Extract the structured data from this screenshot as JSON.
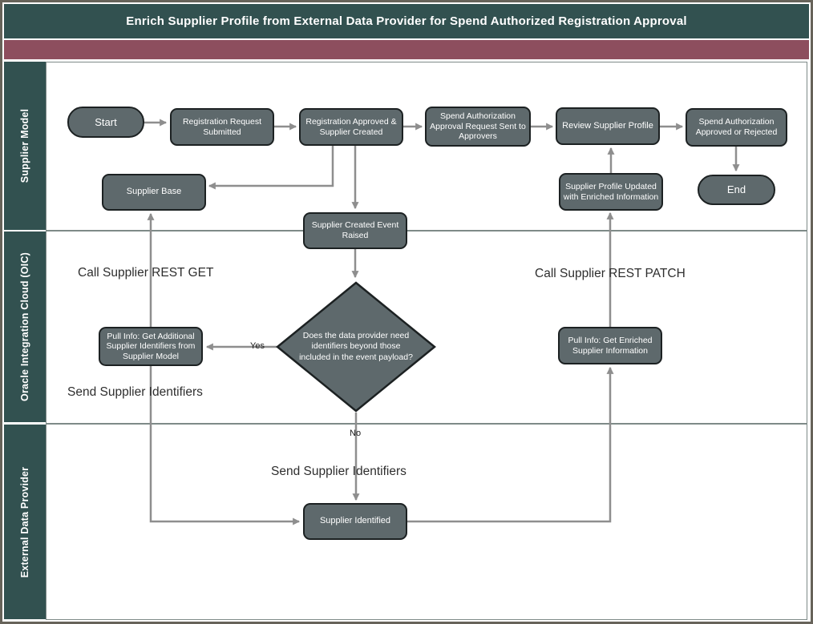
{
  "title": "Enrich Supplier Profile from External Data Provider for Spend Authorized Registration Approval",
  "lanes": [
    {
      "label": "Supplier Model"
    },
    {
      "label": "Oracle Integration Cloud (OIC)"
    },
    {
      "label": "External Data Provider"
    }
  ],
  "nodes": {
    "start": {
      "type": "terminator",
      "label": "Start"
    },
    "registration_request": {
      "type": "process",
      "label": "Registration Request Submitted"
    },
    "registration_approved": {
      "type": "process",
      "label": "Registration Approved & Supplier Created"
    },
    "spend_auth_request": {
      "type": "process",
      "label": "Spend Authorization Approval Request Sent to Approvers"
    },
    "review_profile": {
      "type": "process",
      "label": "Review Supplier Profile"
    },
    "spend_auth_result": {
      "type": "process",
      "label": "Spend Authorization Approved or Rejected"
    },
    "supplier_base": {
      "type": "process",
      "label": "Supplier Base"
    },
    "profile_updated": {
      "type": "process",
      "label": "Supplier Profile Updated with Enriched Information"
    },
    "end": {
      "type": "terminator",
      "label": "End"
    },
    "event_raised": {
      "type": "process",
      "label": "Supplier Created Event Raised"
    },
    "pull_info_identifiers": {
      "type": "process",
      "label": "Pull Info: Get Additional Supplier Identifiers from Supplier Model"
    },
    "decision": {
      "type": "decision",
      "label": "Does the data provider need identifiers beyond those included in the event payload?"
    },
    "pull_info_enriched": {
      "type": "process",
      "label": "Pull Info: Get Enriched Supplier Information"
    },
    "supplier_identified": {
      "type": "process",
      "label": "Supplier Identified"
    }
  },
  "edge_labels": {
    "call_rest_get": "Call Supplier REST GET",
    "send_identifiers_oic": "Send Supplier Identifiers",
    "call_rest_patch": "Call Supplier REST PATCH",
    "send_identifiers_edp": "Send Supplier Identifiers",
    "yes": "Yes",
    "no": "No"
  },
  "colors": {
    "teal": "#325150",
    "maroon": "#8d4e5e",
    "node_fill": "#5e696c",
    "node_border": "#1c2122",
    "connector": "#8e8e8e",
    "divider": "#7e8a88",
    "frame_border": "#67635a"
  }
}
